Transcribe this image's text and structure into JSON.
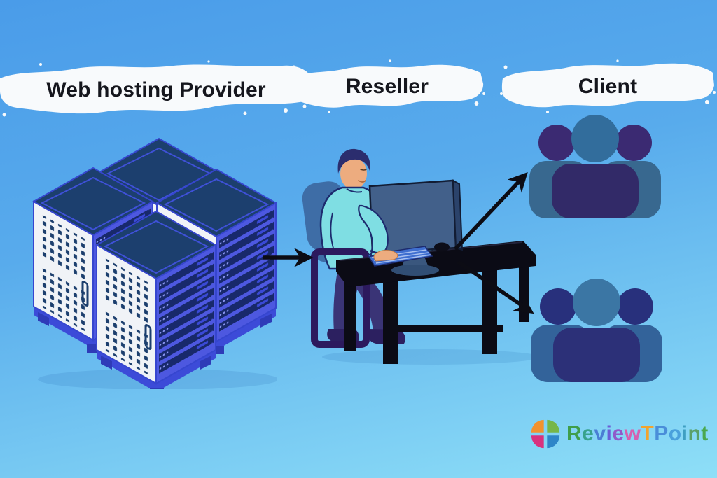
{
  "diagram": {
    "nodes": [
      {
        "id": "provider",
        "label": "Web hosting Provider",
        "illustration": "server-racks",
        "rack_count": 4
      },
      {
        "id": "reseller",
        "label": "Reseller",
        "illustration": "person-working-at-desk-computer"
      },
      {
        "id": "client",
        "label": "Client",
        "illustration": "user-groups",
        "group_count": 2,
        "people_per_group": 3
      }
    ],
    "edges": [
      {
        "from": "provider",
        "to": "reseller",
        "style": "straight-arrow"
      },
      {
        "from": "reseller",
        "to": "client-group-top",
        "style": "diagonal-arrow-up"
      },
      {
        "from": "reseller",
        "to": "client-group-bottom",
        "style": "diagonal-arrow-down"
      }
    ]
  },
  "logo": {
    "text": "ReviewTPoint",
    "letters": [
      {
        "ch": "R",
        "color": "#3f9e4a"
      },
      {
        "ch": "e",
        "color": "#38a28c"
      },
      {
        "ch": "v",
        "color": "#4a7fd4"
      },
      {
        "ch": "i",
        "color": "#6a5ed6"
      },
      {
        "ch": "e",
        "color": "#9059c9"
      },
      {
        "ch": "w",
        "color": "#d55fb0"
      },
      {
        "ch": "T",
        "color": "#f2a32e"
      },
      {
        "ch": "P",
        "color": "#4a8ed9"
      },
      {
        "ch": "o",
        "color": "#4aa0dc"
      },
      {
        "ch": "i",
        "color": "#3f9fc2"
      },
      {
        "ch": "n",
        "color": "#5aa06a"
      },
      {
        "ch": "t",
        "color": "#4aa84f"
      }
    ],
    "icon_colors": {
      "top_left": "#f2922e",
      "top_right": "#76b64a",
      "bottom_left": "#d8327e",
      "bottom_right": "#2e86c8"
    }
  },
  "theme": {
    "bg_top": "#4a9ce9",
    "bg_bottom": "#8edff7",
    "brush_fill": "#f8fafc",
    "label_color": "#15161d",
    "arrow_color": "#0c0c14"
  }
}
